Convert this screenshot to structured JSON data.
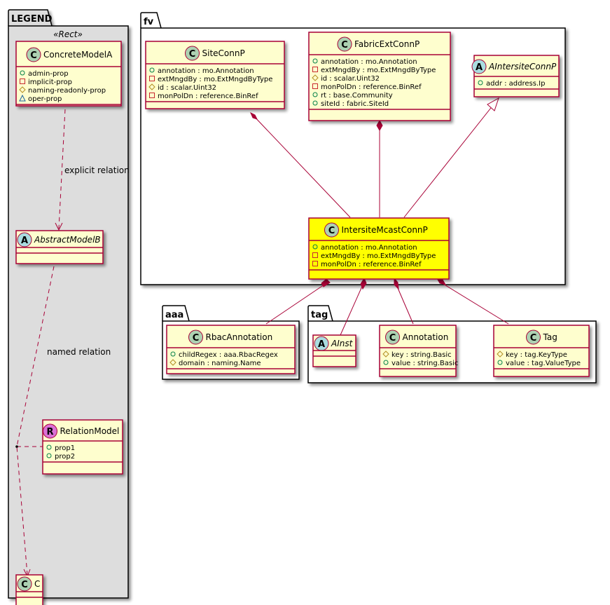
{
  "colors": {
    "class_fill": "#FEFECE",
    "highlight_fill": "#FFFF00",
    "border": "#A80036",
    "legend_fill": "#DDDDDD",
    "class_circle": "#ADD1B2",
    "abstract_circle": "#A9DCDF",
    "relation_circle": "#DA70D6"
  },
  "legend": {
    "title": "LEGEND",
    "stereotype": "«Rect»",
    "concrete": {
      "letter": "C",
      "name": "ConcreteModelA",
      "attrs": [
        {
          "vis": "public",
          "text": "admin-prop"
        },
        {
          "vis": "private",
          "text": "implicit-prop"
        },
        {
          "vis": "protected",
          "text": "naming-readonly-prop"
        },
        {
          "vis": "package",
          "text": "oper-prop"
        }
      ]
    },
    "explicit_label": "explicit relation",
    "abstract": {
      "letter": "A",
      "name": "AbstractModelB"
    },
    "named_label": "named relation",
    "relation": {
      "letter": "R",
      "name": "RelationModel",
      "attrs": [
        {
          "vis": "public",
          "text": "prop1"
        },
        {
          "vis": "public",
          "text": "prop2"
        }
      ]
    },
    "c": {
      "letter": "C",
      "name": "C"
    }
  },
  "packages": {
    "fv": {
      "title": "fv"
    },
    "aaa": {
      "title": "aaa"
    },
    "tag": {
      "title": "tag"
    }
  },
  "classes": {
    "siteconnp": {
      "letter": "C",
      "name": "SiteConnP",
      "attrs": [
        {
          "vis": "public",
          "text": "annotation : mo.Annotation"
        },
        {
          "vis": "private",
          "text": "extMngdBy : mo.ExtMngdByType"
        },
        {
          "vis": "protected",
          "text": "id : scalar.Uint32"
        },
        {
          "vis": "private",
          "text": "monPolDn : reference.BinRef"
        }
      ]
    },
    "fabricextconnp": {
      "letter": "C",
      "name": "FabricExtConnP",
      "attrs": [
        {
          "vis": "public",
          "text": "annotation : mo.Annotation"
        },
        {
          "vis": "private",
          "text": "extMngdBy : mo.ExtMngdByType"
        },
        {
          "vis": "protected",
          "text": "id : scalar.Uint32"
        },
        {
          "vis": "private",
          "text": "monPolDn : reference.BinRef"
        },
        {
          "vis": "public",
          "text": "rt : base.Community"
        },
        {
          "vis": "public",
          "text": "siteId : fabric.SiteId"
        }
      ]
    },
    "aintersiteconnp": {
      "letter": "A",
      "name": "AIntersiteConnP",
      "attrs": [
        {
          "vis": "public",
          "text": "addr : address.Ip"
        }
      ]
    },
    "intersitemcastconnp": {
      "letter": "C",
      "name": "IntersiteMcastConnP",
      "attrs": [
        {
          "vis": "public",
          "text": "annotation : mo.Annotation"
        },
        {
          "vis": "private",
          "text": "extMngdBy : mo.ExtMngdByType"
        },
        {
          "vis": "private",
          "text": "monPolDn : reference.BinRef"
        }
      ]
    },
    "rbacannotation": {
      "letter": "C",
      "name": "RbacAnnotation",
      "attrs": [
        {
          "vis": "public",
          "text": "childRegex : aaa.RbacRegex"
        },
        {
          "vis": "protected",
          "text": "domain : naming.Name"
        }
      ]
    },
    "ainst": {
      "letter": "A",
      "name": "AInst",
      "attrs": []
    },
    "annotation": {
      "letter": "C",
      "name": "Annotation",
      "attrs": [
        {
          "vis": "protected",
          "text": "key : string.Basic"
        },
        {
          "vis": "public",
          "text": "value : string.Basic"
        }
      ]
    },
    "tag": {
      "letter": "C",
      "name": "Tag",
      "attrs": [
        {
          "vis": "protected",
          "text": "key : tag.KeyType"
        },
        {
          "vis": "public",
          "text": "value : tag.ValueType"
        }
      ]
    }
  }
}
